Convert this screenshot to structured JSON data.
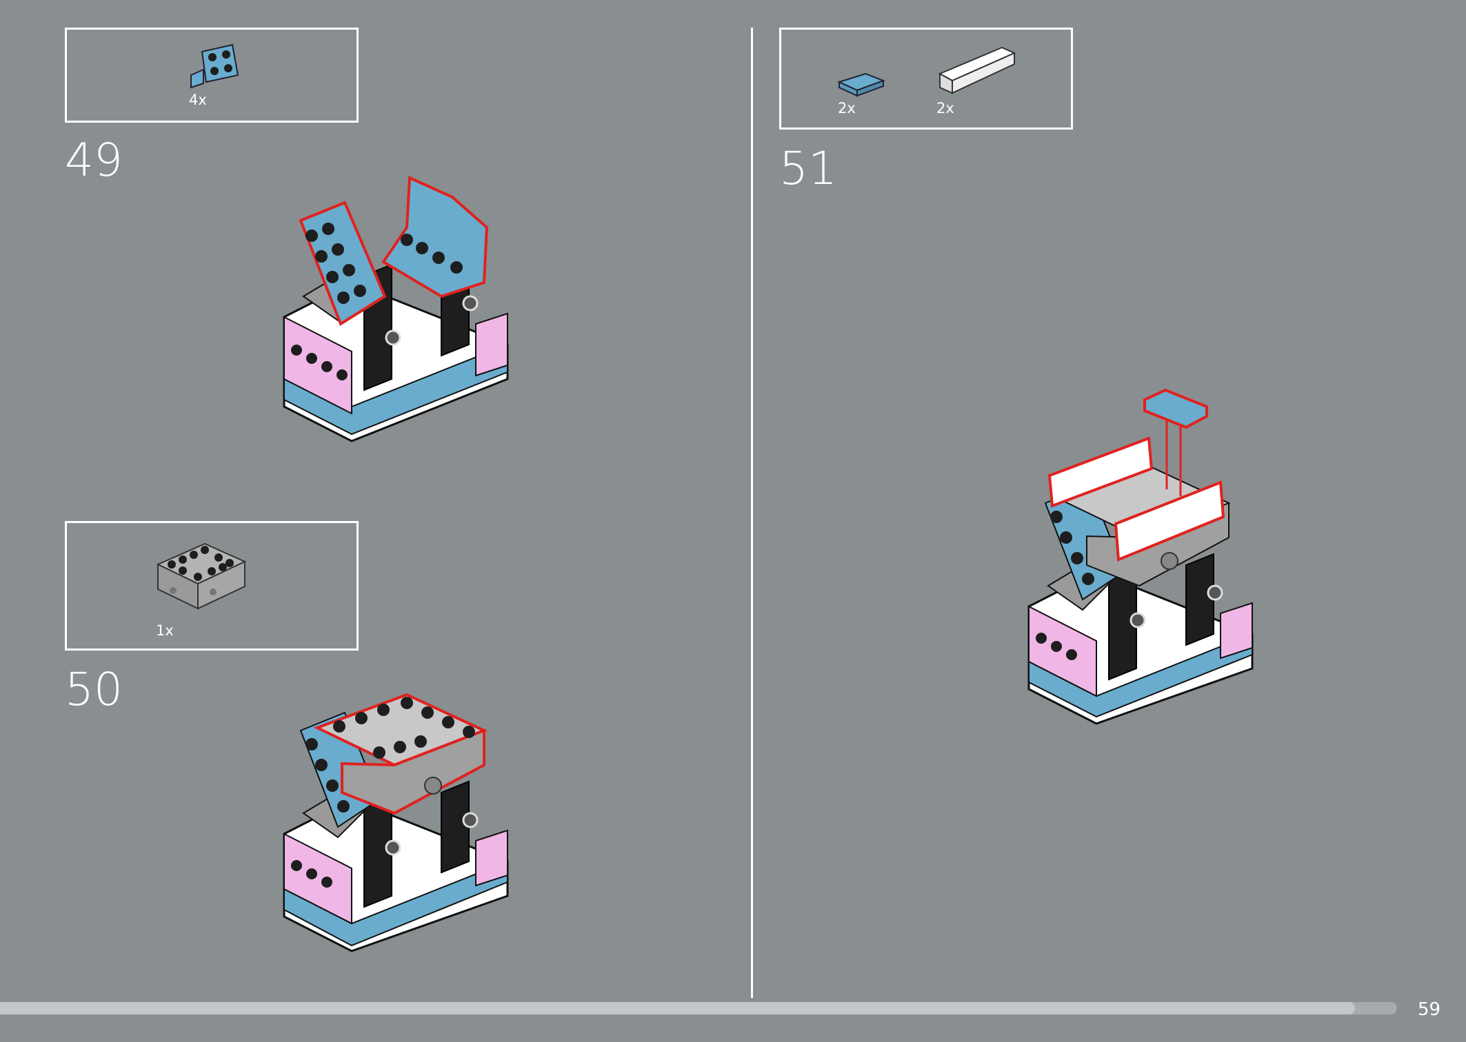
{
  "colors": {
    "background": "#898f91",
    "blue": "#6aaccd",
    "pink": "#f0b7e6",
    "highlight": "#e0221f",
    "black": "#1e1e1e",
    "grey": "#9a9a9a",
    "white": "#ffffff"
  },
  "steps": [
    {
      "number": "49",
      "parts": [
        {
          "icon": "blue-bracket-plate-icon",
          "qty": "4x"
        }
      ]
    },
    {
      "number": "50",
      "parts": [
        {
          "icon": "grey-brick-with-holes-icon",
          "qty": "1x"
        }
      ]
    },
    {
      "number": "51",
      "parts": [
        {
          "icon": "blue-flat-tile-icon",
          "qty": "2x"
        },
        {
          "icon": "white-panel-icon",
          "qty": "2x"
        }
      ]
    }
  ],
  "footer": {
    "page_number": "59",
    "progress": 0.97
  }
}
